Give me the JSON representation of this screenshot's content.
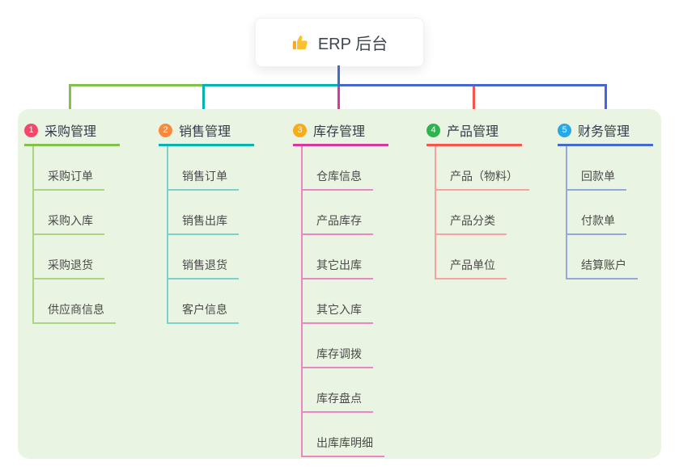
{
  "root": {
    "title": "ERP 后台",
    "icon": "thumbs-up-icon"
  },
  "colors": {
    "canvas": "#ffffff",
    "panel": "#e9f5e2",
    "root_stem": "#4468d1",
    "root_text": "#3d4650",
    "branch_text": "#333c4a",
    "child_text": "#4a4a4a",
    "thumb_gold": "#fbc02d",
    "thumb_cuff": "#f9a825"
  },
  "branches": [
    {
      "index": "1",
      "label": "采购管理",
      "badge_color": "#f4486a",
      "line_color": "#82c14b",
      "light_color": "#abd582",
      "children": [
        "采购订单",
        "采购入库",
        "采购退货",
        "供应商信息"
      ]
    },
    {
      "index": "2",
      "label": "销售管理",
      "badge_color": "#f98a3d",
      "line_color": "#06b3ae",
      "light_color": "#7fd0cb",
      "children": [
        "销售订单",
        "销售出库",
        "销售退货",
        "客户信息"
      ]
    },
    {
      "index": "3",
      "label": "库存管理",
      "badge_color": "#fbab18",
      "line_color": "#d8379e",
      "light_color": "#ea86c4",
      "children": [
        "仓库信息",
        "产品库存",
        "其它出库",
        "其它入库",
        "库存调拨",
        "库存盘点",
        "出库库明细"
      ]
    },
    {
      "index": "4",
      "label": "产品管理",
      "badge_color": "#2db44e",
      "line_color": "#f8554f",
      "light_color": "#f9a39f",
      "children": [
        "产品（物料）",
        "产品分类",
        "产品单位"
      ]
    },
    {
      "index": "5",
      "label": "财务管理",
      "badge_color": "#28a7e9",
      "line_color": "#4468d1",
      "light_color": "#93a9dd",
      "children": [
        "回款单",
        "付款单",
        "结算账户"
      ]
    }
  ]
}
